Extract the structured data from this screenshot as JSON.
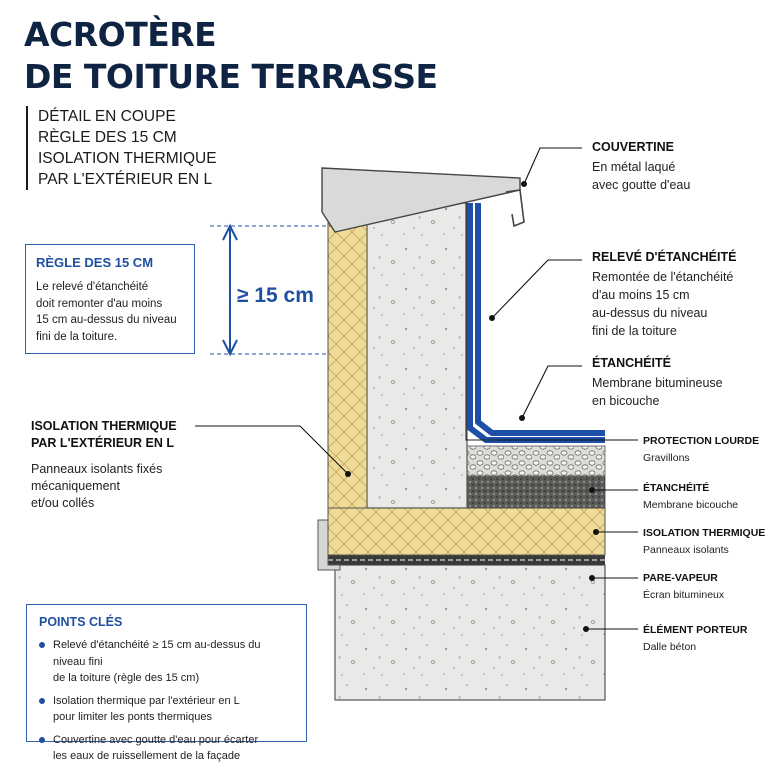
{
  "title": {
    "line1": "ACROTÈRE",
    "line2": "DE TOITURE TERRASSE"
  },
  "subtitle": [
    "DÉTAIL EN COUPE",
    "RÈGLE DES 15 CM",
    "ISOLATION THERMIQUE",
    "PAR L'EXTÉRIEUR EN L"
  ],
  "rule_box": {
    "heading": "RÈGLE DES 15 CM",
    "lines": [
      "Le relevé d'étanchéité",
      "doit remonter d'au moins",
      "15 cm au-dessus du niveau",
      "fini de la toiture."
    ]
  },
  "measure": "≥ 15 cm",
  "insulation_label": {
    "heading": [
      "ISOLATION THERMIQUE",
      "PAR L'EXTÉRIEUR EN L"
    ],
    "lines": [
      "Panneaux isolants fixés",
      "mécaniquement",
      "et/ou collés"
    ]
  },
  "right_labels": [
    {
      "heading": "COUVERTINE",
      "lines": [
        "En métal laqué",
        "avec goutte d'eau"
      ]
    },
    {
      "heading": "RELEVÉ D'ÉTANCHÉITÉ",
      "lines": [
        "Remontée de l'étanchéité",
        "d'au moins 15 cm",
        "au-dessus du niveau",
        "fini de la toiture"
      ]
    },
    {
      "heading": "ÉTANCHÉITÉ",
      "lines": [
        "Membrane bitumineuse",
        "en bicouche"
      ]
    }
  ],
  "layer_labels": [
    {
      "heading": "PROTECTION LOURDE",
      "text": "Gravillons"
    },
    {
      "heading": "ÉTANCHÉITÉ",
      "text": "Membrane bicouche"
    },
    {
      "heading": "ISOLATION THERMIQUE",
      "text": "Panneaux isolants"
    },
    {
      "heading": "PARE-VAPEUR",
      "text": "Écran bitumineux"
    },
    {
      "heading": "ÉLÉMENT PORTEUR",
      "text": "Dalle béton"
    }
  ],
  "key_points": {
    "heading": "POINTS CLÉS",
    "items": [
      [
        "Relevé d'étanchéité ≥ 15 cm au-dessus du niveau fini",
        "de la toiture (règle des 15 cm)"
      ],
      [
        "Isolation thermique par l'extérieur en L",
        "pour limiter les ponts thermiques"
      ],
      [
        "Couvertine avec goutte d'eau pour écarter",
        "les eaux de ruissellement de la façade"
      ]
    ]
  },
  "colors": {
    "navy": "#0f2442",
    "blue": "#1f4fa0",
    "insulation": "#f0dc9a",
    "concrete": "#e9e9e7",
    "membrane": "#1e4fa8"
  }
}
